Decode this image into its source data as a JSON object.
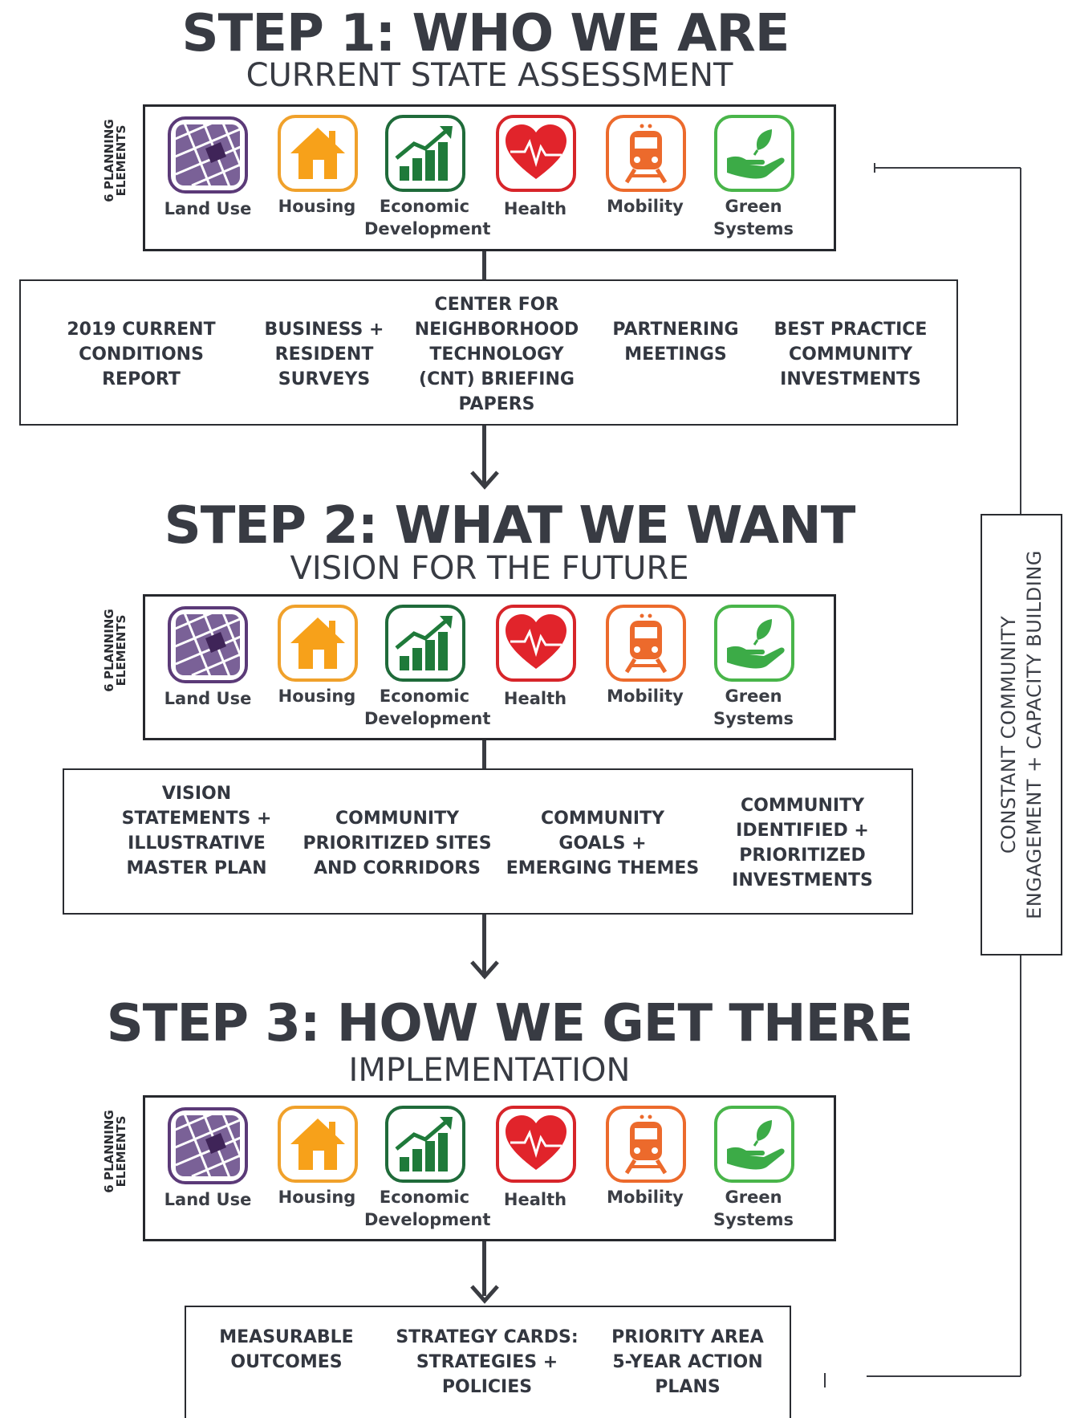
{
  "steps": [
    {
      "title": "STEP 1: WHO WE ARE",
      "subtitle": "CURRENT STATE ASSESSMENT",
      "side_label": [
        "6 PLANNING",
        "ELEMENTS"
      ],
      "inputs": [
        "2019 CURRENT\nCONDITIONS\nREPORT",
        "BUSINESS +\nRESIDENT\nSURVEYS",
        "CENTER FOR\nNEIGHBORHOOD\nTECHNOLOGY\n(CNT) BRIEFING\nPAPERS",
        "PARTNERING\nMEETINGS",
        "BEST PRACTICE\nCOMMUNITY\nINVESTMENTS"
      ]
    },
    {
      "title": "STEP 2: WHAT WE WANT",
      "subtitle": "VISION FOR THE FUTURE",
      "side_label": [
        "6 PLANNING",
        "ELEMENTS"
      ],
      "inputs": [
        "VISION\nSTATEMENTS +\nILLUSTRATIVE\nMASTER PLAN",
        "COMMUNITY\nPRIORITIZED SITES\nAND CORRIDORS",
        "COMMUNITY\nGOALS +\nEMERGING THEMES",
        "COMMUNITY\nIDENTIFIED +\nPRIORITIZED\nINVESTMENTS"
      ]
    },
    {
      "title": "STEP 3: HOW WE GET THERE",
      "subtitle": "IMPLEMENTATION",
      "side_label": [
        "6 PLANNING",
        "ELEMENTS"
      ],
      "inputs": [
        "MEASURABLE\nOUTCOMES",
        "STRATEGY CARDS:\nSTRATEGIES +\nPOLICIES",
        "PRIORITY AREA\n5-YEAR ACTION\nPLANS"
      ]
    }
  ],
  "planning_elements": [
    {
      "label": "Land Use",
      "icon": "land-use-grid-icon",
      "color": "#5b3a78"
    },
    {
      "label": "Housing",
      "icon": "house-icon",
      "color": "#f0a12b"
    },
    {
      "label": "Economic\nDevelopment",
      "icon": "growth-chart-icon",
      "color": "#1f6b3a"
    },
    {
      "label": "Health",
      "icon": "heart-pulse-icon",
      "color": "#d7252a"
    },
    {
      "label": "Mobility",
      "icon": "train-icon",
      "color": "#ec6a2c"
    },
    {
      "label": "Green\nSystems",
      "icon": "hand-leaf-icon",
      "color": "#49b54a"
    }
  ],
  "engagement_label": [
    "CONSTANT COMMUNITY",
    "ENGAGEMENT + CAPACITY BUILDING"
  ]
}
